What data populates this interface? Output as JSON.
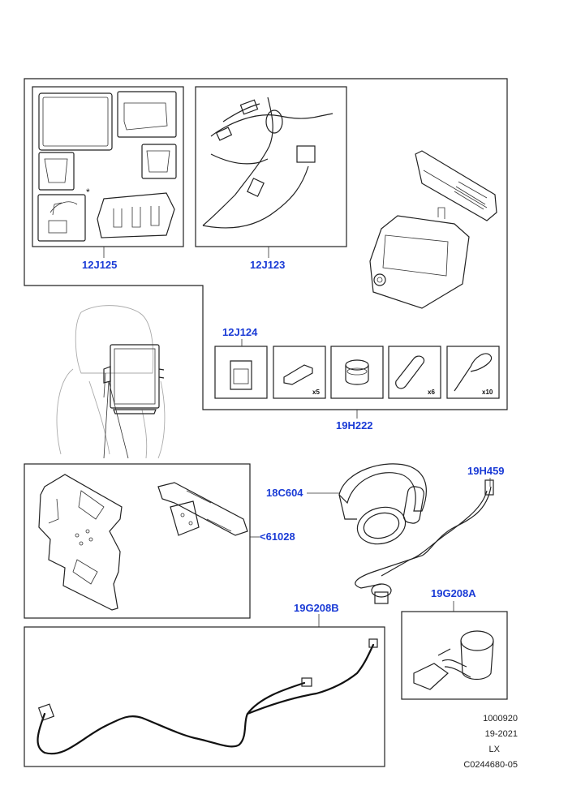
{
  "callouts": {
    "kit_a": "12J125",
    "kit_b": "12J123",
    "kit_c": "12J124",
    "kit_d": "19H222",
    "headphones": "18C604",
    "headphone_jack": "19H459",
    "mount_ref": "<61028",
    "cable_long": "19G208B",
    "cable_short": "19G208A"
  },
  "quantities": {
    "pad": "x5",
    "sleeve": "x6",
    "strap": "x10"
  },
  "note_marker": "*",
  "footer": {
    "line1": "1000920",
    "line2": "19-2021",
    "line3": "LX",
    "line4": "C0244680-05"
  }
}
